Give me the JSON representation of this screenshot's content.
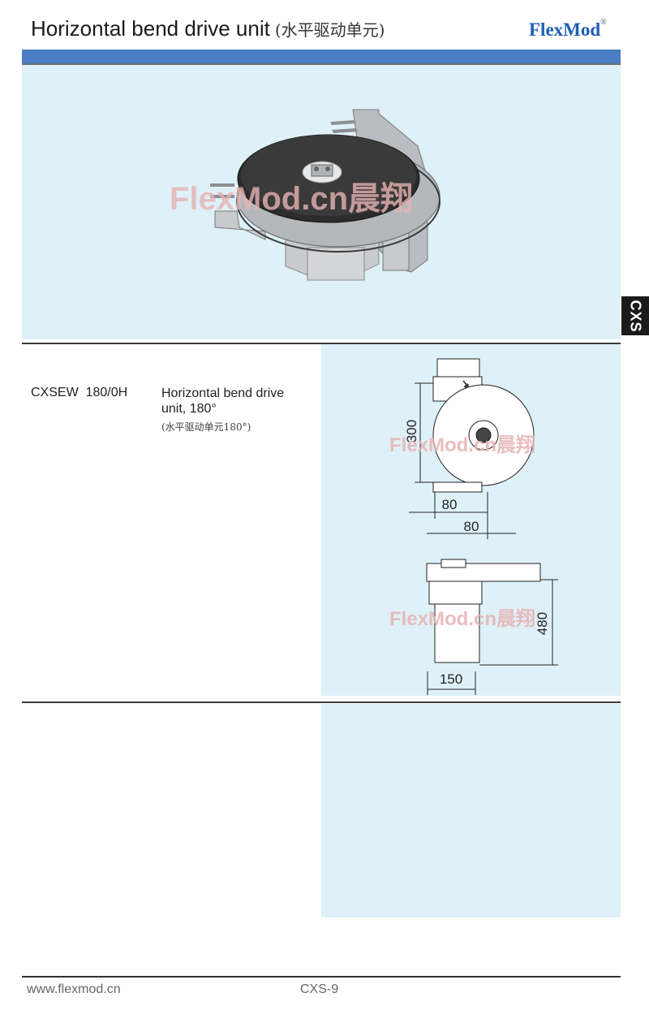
{
  "header": {
    "title": "Horizontal bend drive unit",
    "title_cn": "(水平驱动单元)",
    "brand": "FlexMod",
    "brand_mark": "®",
    "bar_color": "#4a7dc3"
  },
  "side_tab": {
    "label": "CXS"
  },
  "watermark": {
    "text": "FlexMod.cn晨翔"
  },
  "product": {
    "code": "CXSEW  180/0H",
    "description": "Horizontal bend drive unit, 180°",
    "description_cn": "(水平驱动单元180°)"
  },
  "drawing": {
    "dim_width_top": "300",
    "dim_offset_a": "80",
    "dim_offset_b": "80",
    "dim_height": "480",
    "dim_base": "150"
  },
  "footer": {
    "url": "www.flexmod.cn",
    "page": "CXS-9"
  },
  "colors": {
    "panel": "#dff1f8",
    "accent": "#1d5eb4"
  }
}
